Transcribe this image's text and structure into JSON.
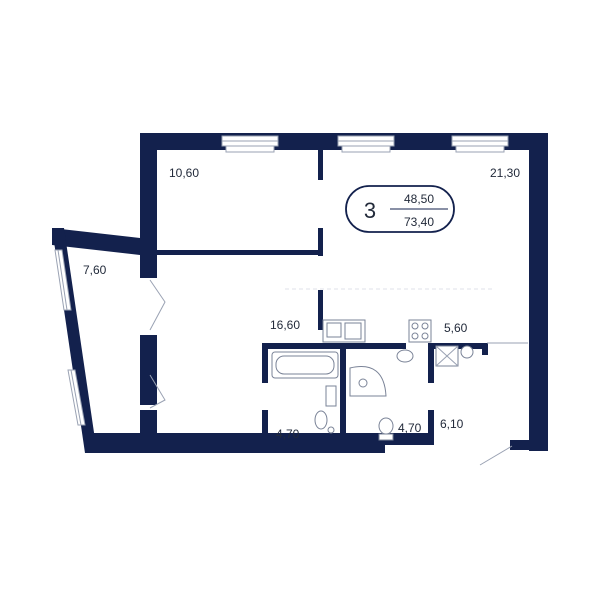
{
  "apartment": {
    "rooms_count": "3",
    "living_area": "48,50",
    "total_area": "73,40",
    "colors": {
      "wall": "#13214d",
      "fixture": "#7a8397",
      "window": "#9aa2b3"
    }
  },
  "rooms": {
    "bedroom_top_left": "10,60",
    "living_room": "21,30",
    "balcony": "7,60",
    "bedroom_center": "16,60",
    "kitchen": "5,60",
    "bathroom_left": "4,70",
    "bathroom_center": "4,70",
    "hallway": "6,10"
  }
}
